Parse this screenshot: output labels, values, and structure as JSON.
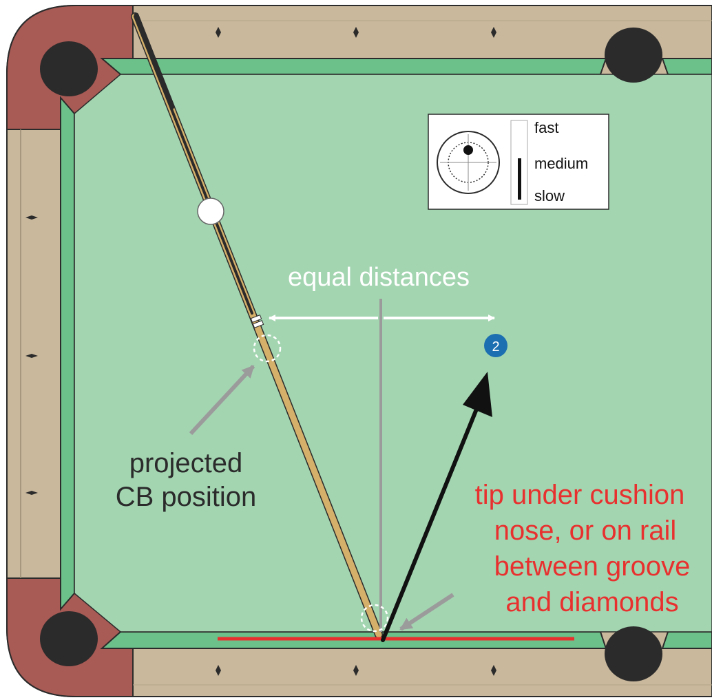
{
  "legend": {
    "speed_fast": "fast",
    "speed_medium": "medium",
    "speed_slow": "slow",
    "selected_speed": "medium"
  },
  "labels": {
    "equal_distances": "equal distances",
    "projected_line1": "projected",
    "projected_line2": "CB position",
    "tip_line1": "tip under cushion",
    "tip_line2": "nose, or on rail",
    "tip_line3": "between groove",
    "tip_line4": "and diamonds"
  },
  "balls": {
    "object_ball_number": "2"
  },
  "colors": {
    "felt": "#a3d5b1",
    "cushion": "#6cc08a",
    "wood": "#c9b89c",
    "corner_wood": "#a85a55",
    "pocket": "#2b2b2b",
    "object_ball": "#1c6fb0",
    "cue_wood": "#d4b06a",
    "red_text": "#e8312f",
    "red_line": "#e8312f",
    "pointer_gray": "#9b9b9b"
  }
}
